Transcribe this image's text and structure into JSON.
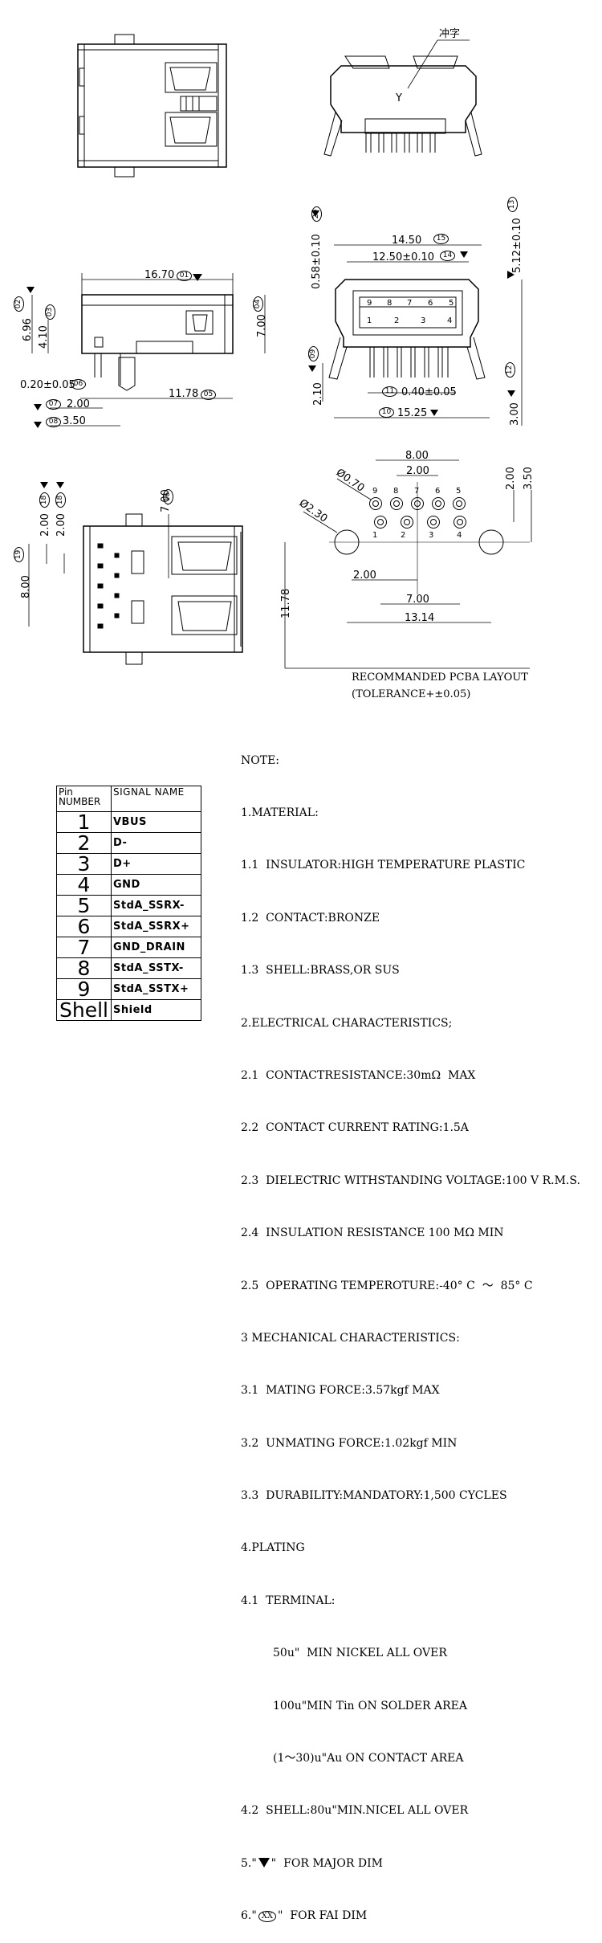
{
  "top_view": {
    "mark_label": "冲字",
    "mark_letter": "Y"
  },
  "front_view": {
    "dim_14_50": "14.50",
    "dim_14_50_ref": "15",
    "dim_12_50": "12.50±0.10",
    "dim_12_50_ref": "14",
    "dim_0_58": "0.58±0.10",
    "dim_0_58_ref": "20",
    "dim_5_12": "5.12±0.10",
    "dim_5_12_ref": "13",
    "dim_2_10": "2.10",
    "dim_2_10_ref": "09",
    "dim_3_00": "3.00",
    "dim_3_00_ref": "12",
    "dim_0_40": "0.40±0.05",
    "dim_0_40_ref": "11",
    "dim_15_25": "15.25",
    "dim_15_25_ref": "10",
    "pins_top": [
      "9",
      "8",
      "7",
      "6",
      "5"
    ],
    "pins_bottom": [
      "1",
      "2",
      "3",
      "4"
    ]
  },
  "side_view": {
    "dim_16_70": "16.70",
    "dim_16_70_ref": "01",
    "dim_6_96": "6.96",
    "dim_6_96_ref": "02",
    "dim_4_10": "4.10",
    "dim_4_10_ref": "03",
    "dim_7_00": "7.00",
    "dim_7_00_ref": "04",
    "dim_0_20": "0.20±0.05",
    "dim_0_20_ref": "06",
    "dim_11_78": "11.78",
    "dim_11_78_ref": "05",
    "dim_2_00": "2.00",
    "dim_2_00_ref": "07",
    "dim_3_50": "3.50",
    "dim_3_50_ref": "08"
  },
  "bottom_view": {
    "dim_2_00_a": "2.00",
    "dim_2_00_b": "2.00",
    "dim_18": "18",
    "dim_7_00": "7.00",
    "dim_7_00_ref": "16",
    "dim_8_00": "8.00",
    "dim_8_00_ref": "19"
  },
  "pcb_layout": {
    "dim_8_00": "8.00",
    "dim_2_00_top": "2.00",
    "dim_0_70": "Ø0.70",
    "dim_2_30": "Ø2.30",
    "dim_2_00_right": "2.00",
    "dim_3_50_right": "3.50",
    "dim_11_78": "11.78",
    "dim_2_00_mid": "2.00",
    "dim_7_00": "7.00",
    "dim_13_14": "13.14",
    "pins_top": [
      "9",
      "8",
      "7",
      "6",
      "5"
    ],
    "pins_bottom": [
      "1",
      "2",
      "3",
      "4"
    ],
    "caption_line1": "RECOMMANDED PCBA LAYOUT",
    "caption_line2": "(TOLERANCE+±0.05)"
  },
  "pin_table": {
    "header_pin": "Pin NUMBER",
    "header_signal": "SIGNAL NAME",
    "rows": [
      {
        "pin": "1",
        "signal": "VBUS"
      },
      {
        "pin": "2",
        "signal": "D-"
      },
      {
        "pin": "3",
        "signal": "D+"
      },
      {
        "pin": "4",
        "signal": "GND"
      },
      {
        "pin": "5",
        "signal": "StdA_SSRX-"
      },
      {
        "pin": "6",
        "signal": "StdA_SSRX+"
      },
      {
        "pin": "7",
        "signal": "GND_DRAIN"
      },
      {
        "pin": "8",
        "signal": "StdA_SSTX-"
      },
      {
        "pin": "9",
        "signal": "StdA_SSTX+"
      },
      {
        "pin": "Shell",
        "signal": "Shield"
      }
    ]
  },
  "notes": {
    "lines": [
      "NOTE:",
      "1.MATERIAL:",
      "1.1  INSULATOR:HIGH TEMPERATURE PLASTIC",
      "1.2  CONTACT:BRONZE",
      "1.3  SHELL:BRASS,OR SUS",
      "2.ELECTRICAL CHARACTERISTICS;",
      "2.1  CONTACTRESISTANCE:30mΩ  MAX",
      "2.2  CONTACT CURRENT RATING:1.5A",
      "2.3  DIELECTRIC WITHSTANDING VOLTAGE:100 V R.M.S.",
      "2.4  INSULATION RESISTANCE 100 MΩ MIN",
      "2.5  OPERATING TEMPEROTURE:-40° C  ～  85° C",
      "3 MECHANICAL CHARACTERISTICS:",
      "3.1  MATING FORCE:3.57kgf MAX",
      "3.2  UNMATING FORCE:1.02kgf MIN",
      "3.3  DURABILITY:MANDATORY:1,500 CYCLES",
      "4.PLATING",
      "4.1  TERMINAL:"
    ],
    "indent_lines": [
      "50u\"  MIN NICKEL ALL OVER",
      "100u\"MIN Tin ON SOLDER AREA",
      "(1～30)u\"Au ON CONTACT AREA"
    ],
    "tail_lines": [
      "4.2  SHELL:80u\"MIN.NICEL ALL OVER"
    ],
    "major_dim_prefix": "5.\"",
    "major_dim_suffix": "\"  FOR MAJOR DIM",
    "fai_dim_prefix": "6.\"",
    "fai_dim_symbol": "XX",
    "fai_dim_suffix": "\"  FOR FAI DIM"
  }
}
